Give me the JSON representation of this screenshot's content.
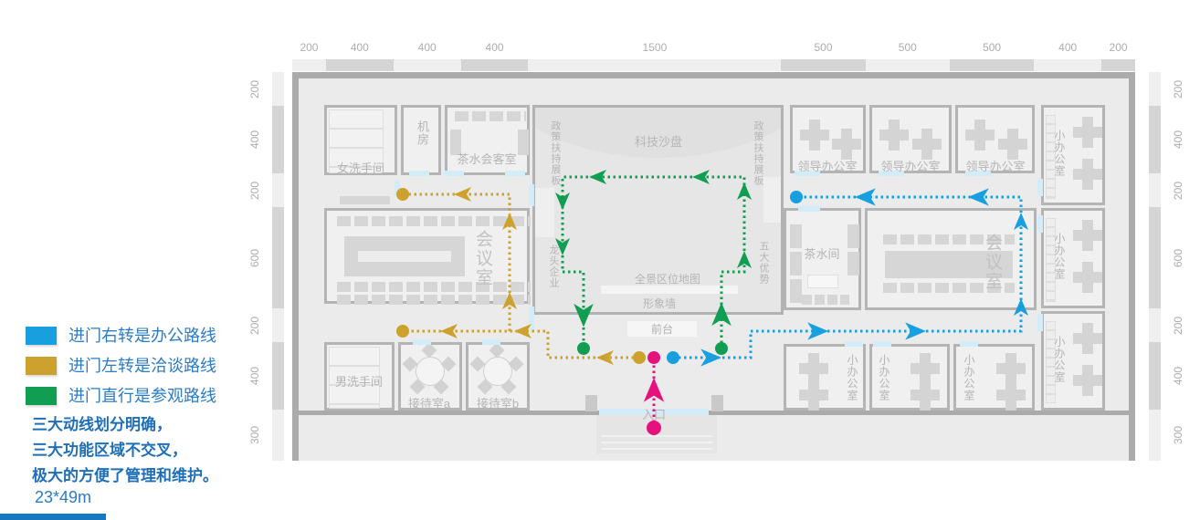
{
  "legend": {
    "items": [
      {
        "label": "进门右转是办公路线",
        "route": "office"
      },
      {
        "label": "进门左转是洽谈路线",
        "route": "negotiate"
      },
      {
        "label": "进门直行是参观路线",
        "route": "visit"
      }
    ],
    "notes": [
      "三大动线划分明确，",
      "三大功能区域不交叉，",
      "极大的方便了管理和维护。"
    ],
    "size_label": "23*49m"
  },
  "routes": {
    "office": {
      "color": "#189FE0"
    },
    "negotiate": {
      "color": "#CDA12E"
    },
    "visit": {
      "color": "#119D52"
    },
    "entrance": {
      "color": "#E5127D"
    }
  },
  "colors": {
    "legend_text": "#2B7CC6",
    "note_text": "#1E6FB8",
    "accent_bar": "#1778C2"
  },
  "dimensions": {
    "top": [
      "200",
      "400",
      "400",
      "400",
      "1500",
      "500",
      "500",
      "500",
      "400",
      "200"
    ],
    "left": [
      "200",
      "400",
      "200",
      "600",
      "200",
      "400",
      "300"
    ],
    "right": [
      "200",
      "400",
      "200",
      "600",
      "200",
      "400",
      "300"
    ]
  },
  "rooms": {
    "women_restroom": "女洗手间",
    "server_room": "机房",
    "tea_lounge": "茶水会客室",
    "meeting_room": "会议室",
    "men_restroom": "男洗手间",
    "reception_a": "接待室a",
    "reception_b": "接待室b",
    "tech_sandbox": "科技沙盘",
    "policy_board": "政策扶持展板",
    "leading_enterprise": "龙头企业",
    "five_advantages": "五大优势",
    "panorama_map": "全景区位地图",
    "image_wall": "形象墙",
    "front_desk": "前台",
    "entrance": "入口",
    "leader_office": "领导办公室",
    "tea_room": "茶水间",
    "small_office": "小办公室"
  }
}
